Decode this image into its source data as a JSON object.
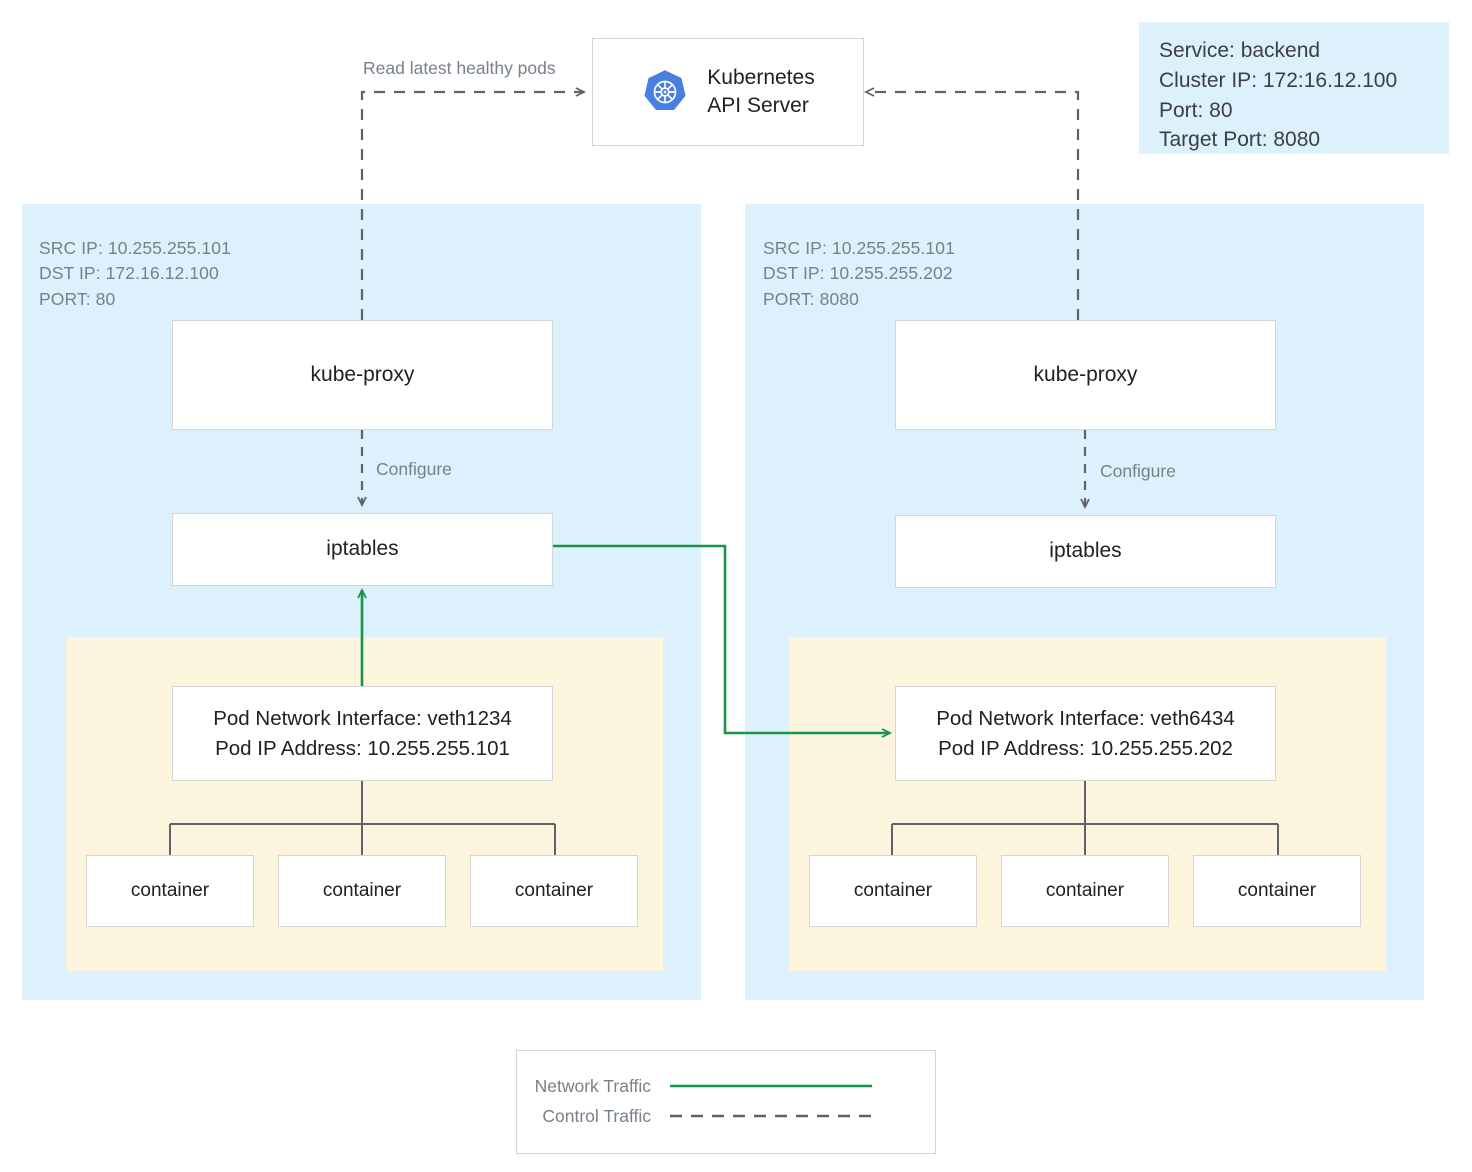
{
  "diagram": {
    "title_hidden": "",
    "colors": {
      "node_panel": "#ddf1fc",
      "pod_panel": "#fcf4dd",
      "network_traffic": "#17954a",
      "control_traffic": "#5f6368",
      "box_border": "#d5d5d5",
      "meta_text": "#76818b",
      "box_text": "#202124",
      "k8s_blue": "#4a7fe0"
    }
  },
  "api_server": {
    "logo_icon": "kubernetes-logo-icon",
    "title": "Kubernetes\nAPI Server"
  },
  "service_info": {
    "lines": "Service: backend\nCluster IP: 172:16.12.100\nPort: 80\nTarget Port: 8080",
    "service_label": "Service: backend",
    "cluster_ip_label": "Cluster IP: 172:16.12.100",
    "port_label": "Port: 80",
    "target_port_label": "Target Port: 8080"
  },
  "edge_labels": {
    "read_latest": "Read latest healthy pods",
    "configure_left": "Configure",
    "configure_right": "Configure"
  },
  "nodes": [
    {
      "id": "node-left",
      "meta": "SRC IP: 10.255.255.101\nDST IP: 172.16.12.100\nPORT: 80",
      "src_ip": "SRC IP: 10.255.255.101",
      "dst_ip": "DST IP: 172.16.12.100",
      "port": "PORT: 80",
      "kube_proxy_label": "kube-proxy",
      "iptables_label": "iptables",
      "pod": {
        "interface_lines": "Pod Network Interface: veth1234\nPod IP Address: 10.255.255.101",
        "interface_name": "Pod Network Interface: veth1234",
        "ip_address": "Pod IP Address: 10.255.255.101",
        "containers": [
          {
            "label": "container"
          },
          {
            "label": "container"
          },
          {
            "label": "container"
          }
        ]
      }
    },
    {
      "id": "node-right",
      "meta": "SRC IP: 10.255.255.101\nDST IP: 10.255.255.202\nPORT: 8080",
      "src_ip": "SRC IP: 10.255.255.101",
      "dst_ip": "DST IP: 10.255.255.202",
      "port": "PORT: 8080",
      "kube_proxy_label": "kube-proxy",
      "iptables_label": "iptables",
      "pod": {
        "interface_lines": "Pod Network Interface: veth6434\nPod IP Address: 10.255.255.202",
        "interface_name": "Pod Network Interface: veth6434",
        "ip_address": "Pod IP Address: 10.255.255.202",
        "containers": [
          {
            "label": "container"
          },
          {
            "label": "container"
          },
          {
            "label": "container"
          }
        ]
      }
    }
  ],
  "legend": {
    "rows": [
      {
        "label": "Network Traffic",
        "style": "solid",
        "color": "#17954a"
      },
      {
        "label": "Control Traffic",
        "style": "dashed",
        "color": "#5f6368"
      }
    ]
  }
}
